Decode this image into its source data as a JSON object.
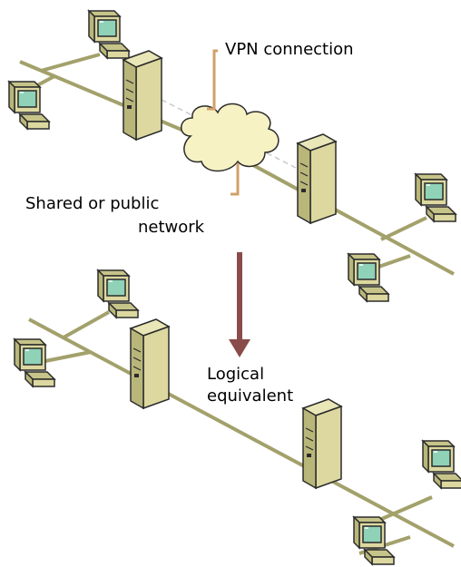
{
  "labels": {
    "vpn_connection": "VPN connection",
    "shared_line1": "Shared or public",
    "shared_line2": "network",
    "logical_line1": "Logical",
    "logical_line2": "equivalent"
  },
  "colors": {
    "network_line": "#a3a16b",
    "device_fill": "#dcd8a0",
    "device_side": "#b9b67a",
    "device_outline": "#2b2b2b",
    "screen": "#8fd2b8",
    "cloud_fill": "#f7f2c4",
    "callout_line": "#d2a06a",
    "arrow": "#8a4b4b",
    "tunnel_dash": "#c9c9c9"
  },
  "icons": [
    "workstation-icon",
    "server-icon",
    "cloud-icon",
    "arrow-down-icon"
  ]
}
